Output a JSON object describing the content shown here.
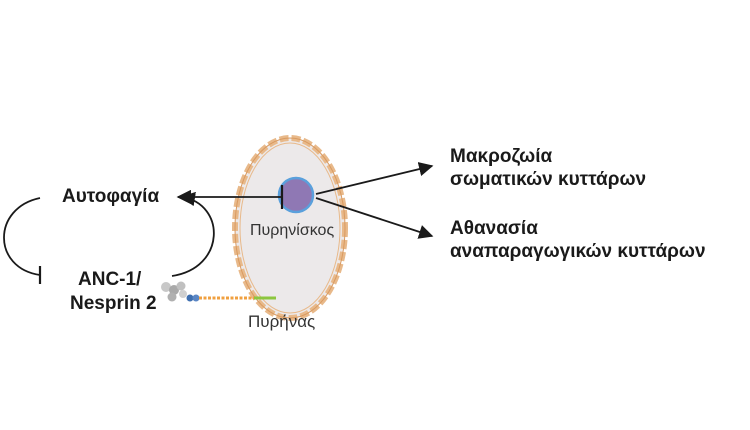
{
  "labels": {
    "autophagy": "Αυτοφαγία",
    "anc1_line1": "ANC-1/",
    "anc1_line2": "Nesprin 2",
    "nucleolus": "Πυρηνίσκος",
    "nucleus": "Πυρήνας",
    "longevity_line1": "Μακροζωία",
    "longevity_line2": "σωματικών κυττάρων",
    "immortality_line1": "Αθανασία",
    "immortality_line2": "αναπαραγωγικών κυττάρων"
  },
  "colors": {
    "nucleus_fill": "#ece9ea",
    "nucleus_outline": "#e8b98a",
    "nucleolus_fill": "#8f78b4",
    "nucleolus_ring": "#5aa0dc",
    "arrows": "#1a1a1a",
    "protein_gray": "#b7b7b7",
    "protein_blue": "#3e6fb0",
    "filament": "#f0a040",
    "filament_green": "#8cc63f"
  }
}
